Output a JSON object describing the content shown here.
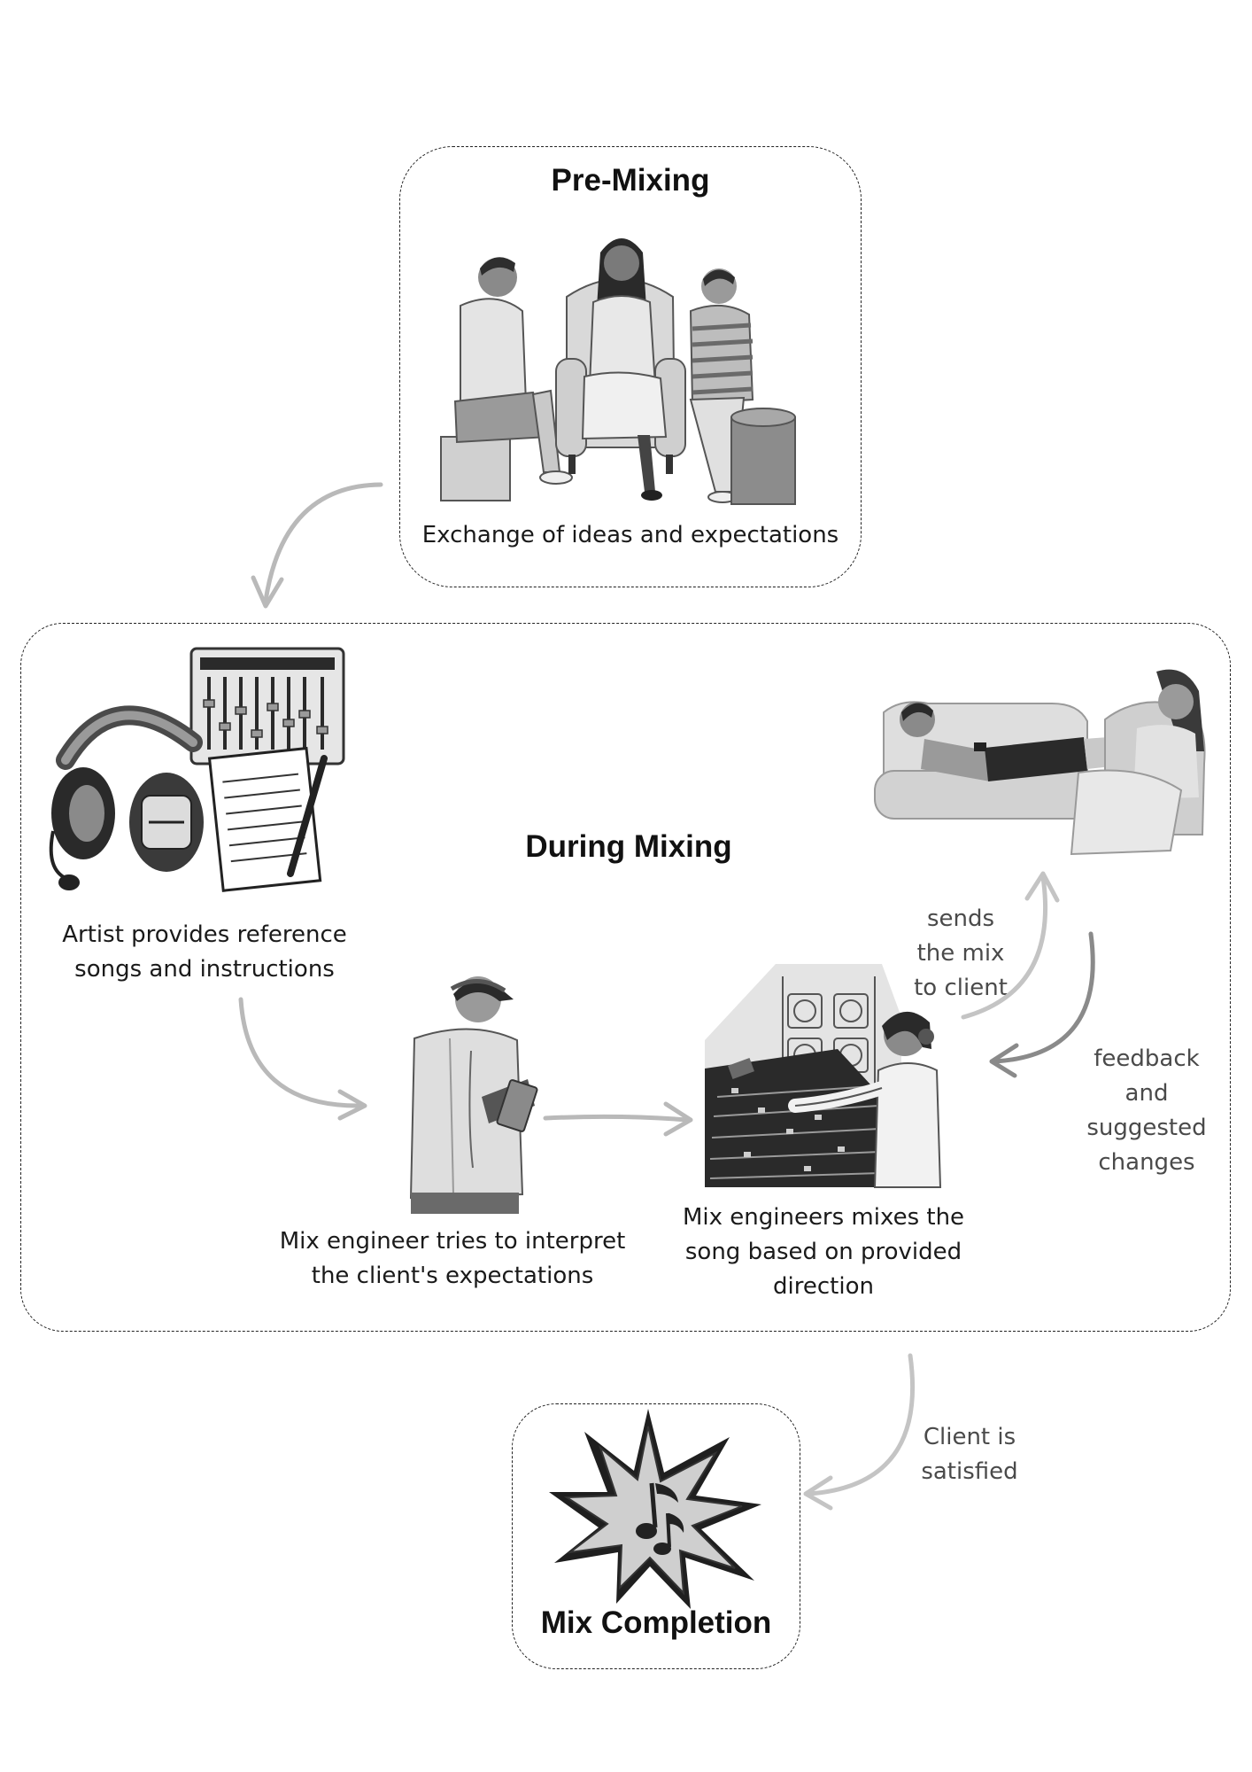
{
  "sections": {
    "pre_mixing": {
      "title": "Pre-Mixing",
      "caption": "Exchange of ideas and expectations"
    },
    "during_mixing": {
      "title": "During Mixing",
      "artist_caption": [
        "Artist provides reference",
        "songs and instructions"
      ],
      "interpret_caption": [
        "Mix engineer tries to interpret",
        "the client's expectations"
      ],
      "mixing_caption": [
        "Mix engineers mixes the",
        "song based on provided",
        "direction"
      ]
    },
    "mix_completion": {
      "title": "Mix Completion"
    }
  },
  "edge_labels": {
    "sends": [
      "sends",
      "the mix",
      "to client"
    ],
    "feedback": [
      "feedback",
      "and",
      "suggested",
      "changes"
    ],
    "satisfied": [
      "Client is",
      "satisfied"
    ]
  },
  "colors": {
    "arrow_light": "#b9b9b9",
    "arrow_dark": "#8a8a8a",
    "border": "#222222"
  }
}
